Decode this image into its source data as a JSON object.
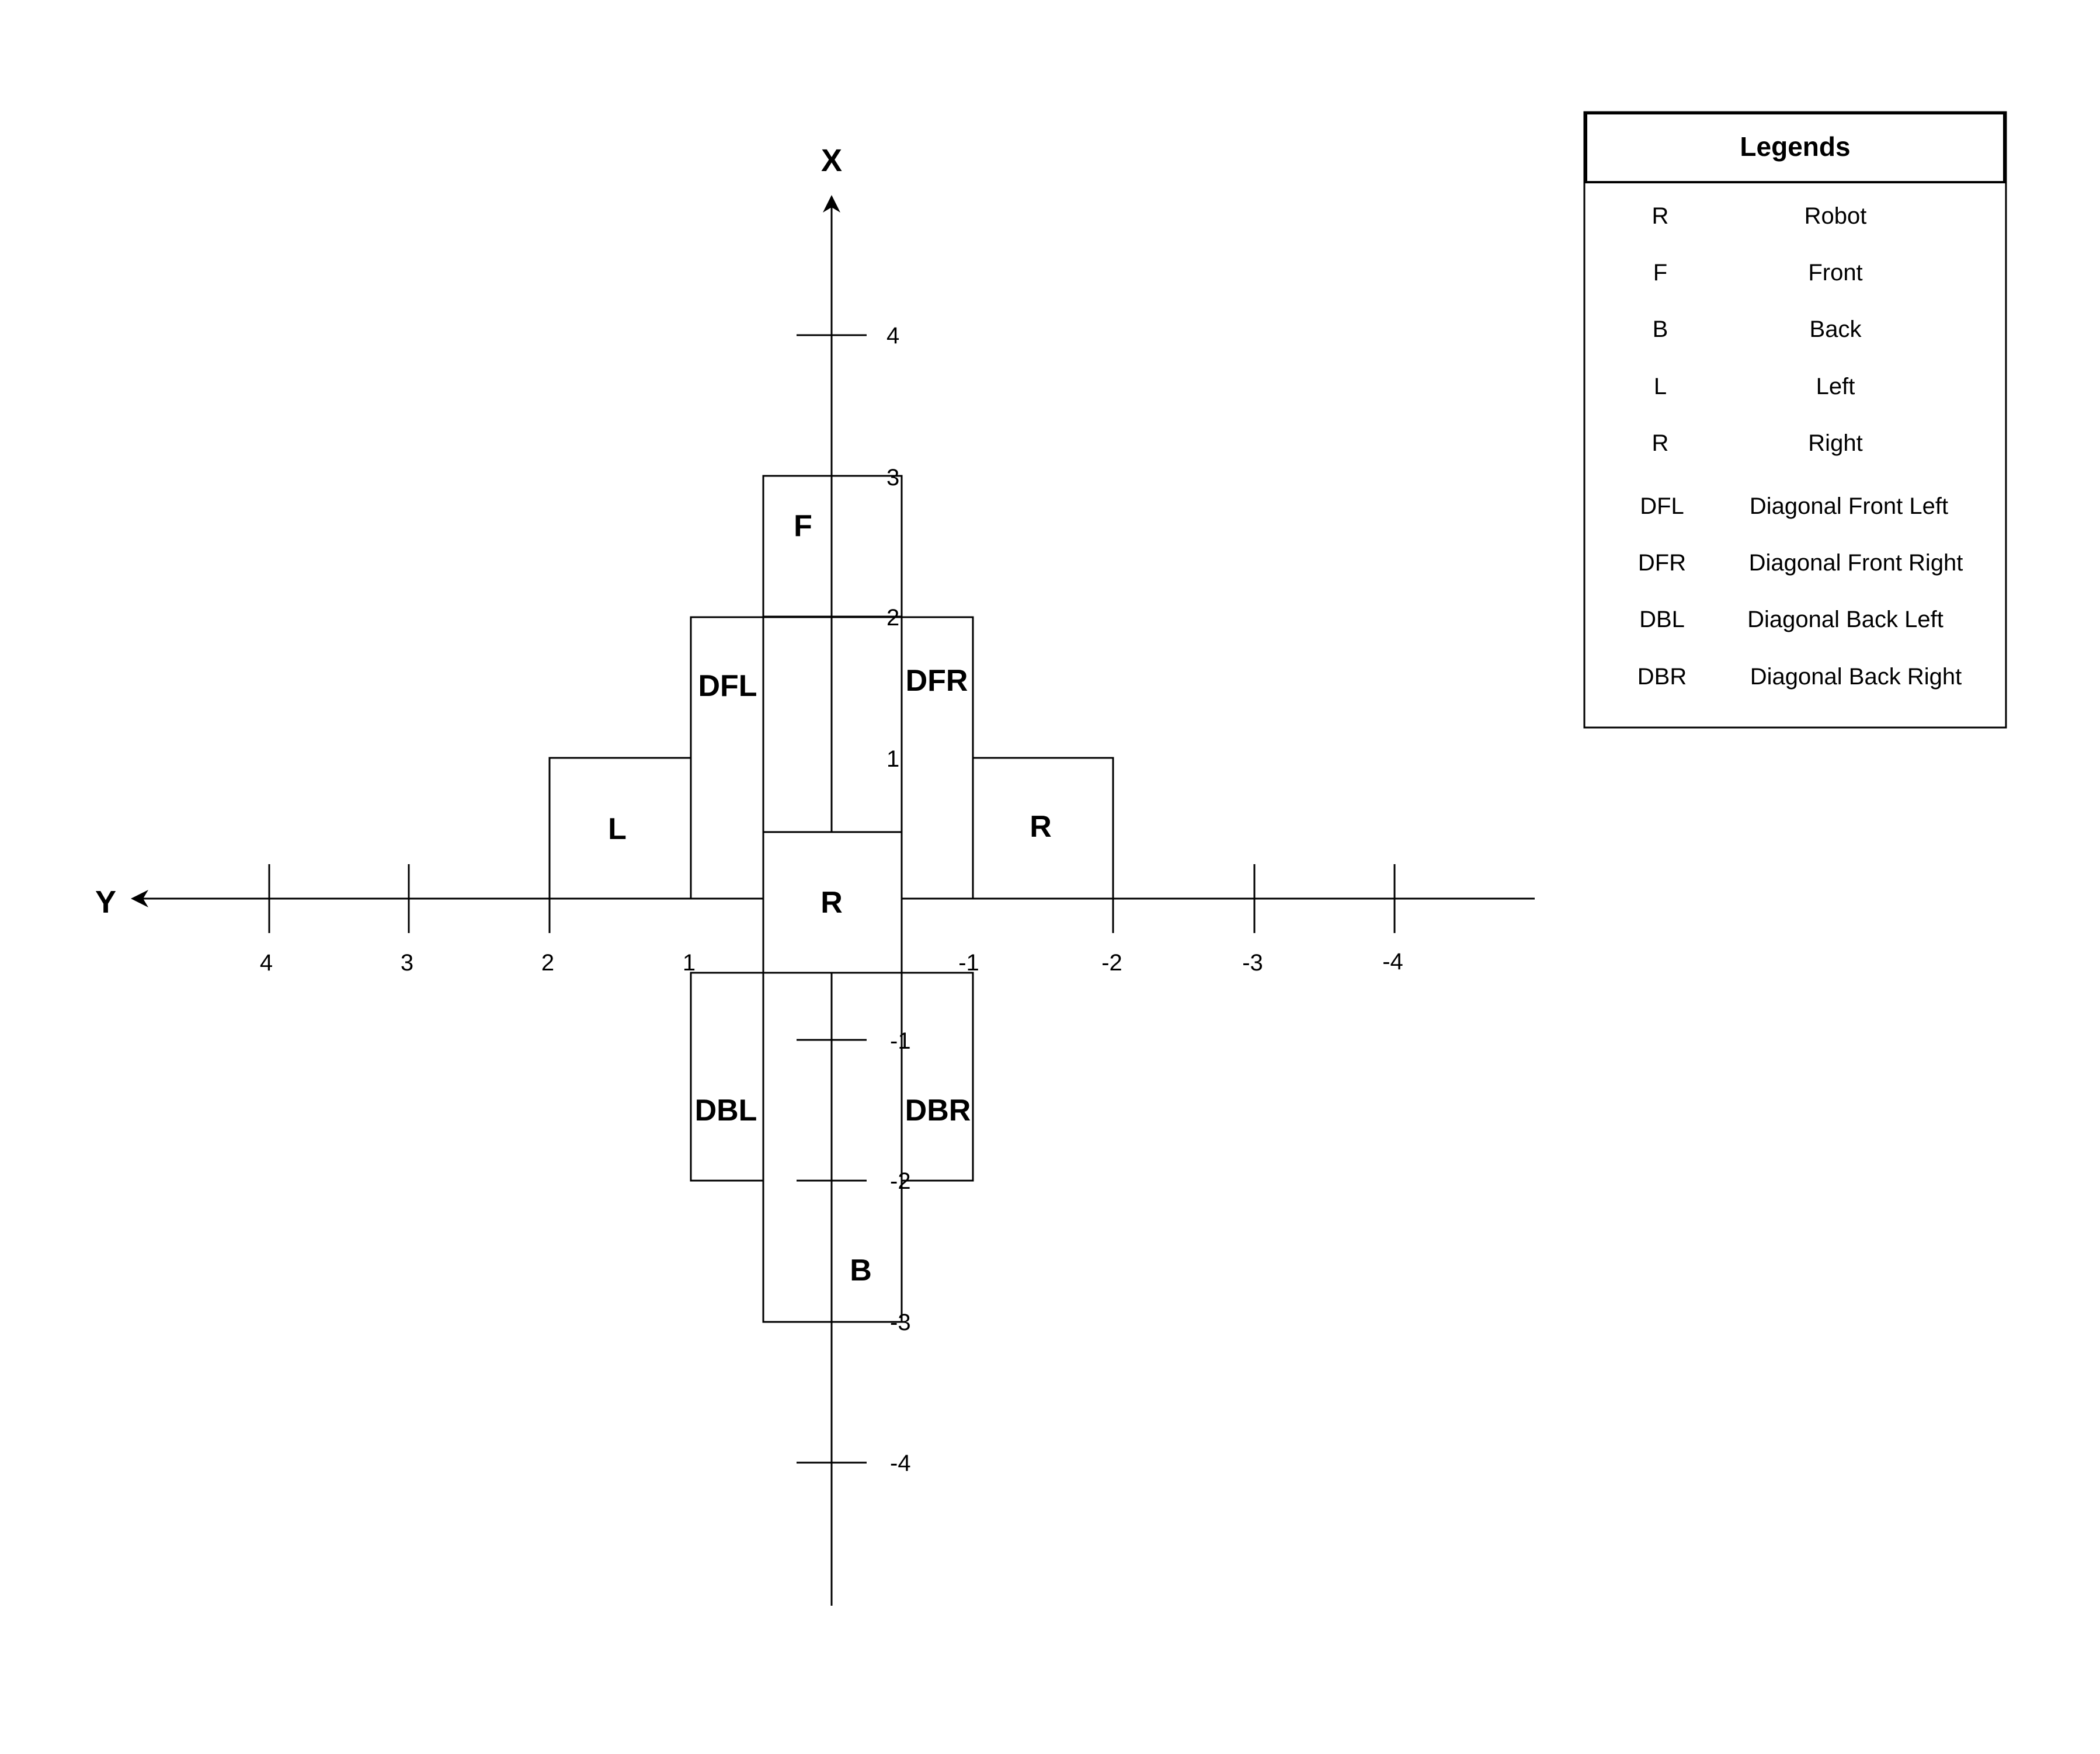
{
  "axes": {
    "x_label": "X",
    "y_label": "Y",
    "x_ticks": [
      "4",
      "3",
      "2",
      "1",
      "-1",
      "-2",
      "-3",
      "-4"
    ],
    "y_ticks": [
      "4",
      "3",
      "2",
      "1",
      "-1",
      "-2",
      "-3",
      "-4"
    ]
  },
  "zones": {
    "front": "F",
    "back": "B",
    "left": "L",
    "right": "R",
    "robot": "R",
    "diag_front_left": "DFL",
    "diag_front_right": "DFR",
    "diag_back_left": "DBL",
    "diag_back_right": "DBR"
  },
  "legend": {
    "title": "Legends",
    "items": [
      {
        "code": "R",
        "meaning": "Robot"
      },
      {
        "code": "F",
        "meaning": "Front"
      },
      {
        "code": "B",
        "meaning": "Back"
      },
      {
        "code": "L",
        "meaning": "Left"
      },
      {
        "code": "R",
        "meaning": "Right"
      },
      {
        "code": "DFL",
        "meaning": "Diagonal Front Left"
      },
      {
        "code": "DFR",
        "meaning": "Diagonal Front Right"
      },
      {
        "code": "DBL",
        "meaning": "Diagonal Back Left"
      },
      {
        "code": "DBR",
        "meaning": "Diagonal Back Right"
      }
    ]
  }
}
